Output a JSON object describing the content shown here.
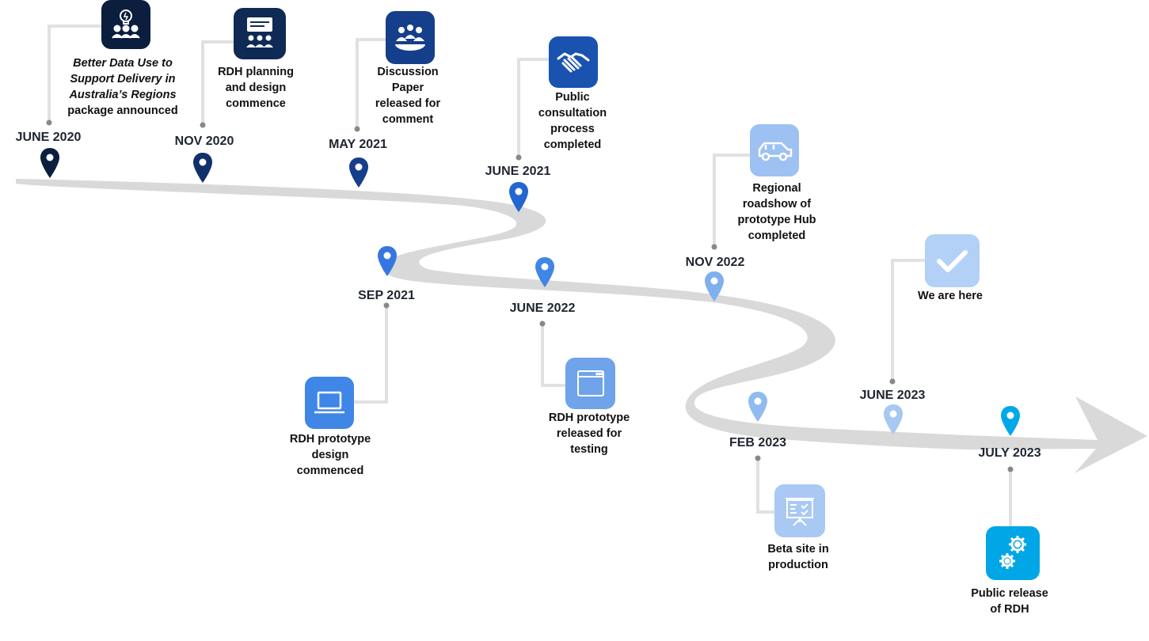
{
  "colors": {
    "road": "#d9d9d9",
    "connector": "#e1e1e1",
    "dot": "#888888",
    "navy_dark": "#0b1e3e",
    "navy": "#10306b",
    "blue_dark": "#163e8c",
    "blue": "#2366d1",
    "blue_mid": "#3f86e6",
    "blue_light": "#7fb0ee",
    "blue_pale": "#a6c8f2",
    "cyan": "#00a8e8"
  },
  "milestones": [
    {
      "date": "JUNE 2020",
      "label_lines": [
        "Better Data Use to",
        "Support Delivery in",
        "Australia’s Regions",
        "package announced"
      ],
      "italic_lines": 3,
      "icon": "lightbulb-people-icon"
    },
    {
      "date": "NOV 2020",
      "label_lines": [
        "RDH planning",
        "and design",
        "commence"
      ],
      "icon": "presentation-group-icon"
    },
    {
      "date": "MAY 2021",
      "label_lines": [
        "Discussion",
        "Paper",
        "released for",
        "comment"
      ],
      "icon": "meeting-group-icon"
    },
    {
      "date": "JUNE 2021",
      "label_lines": [
        "Public",
        "consultation",
        "process",
        "completed"
      ],
      "icon": "handshake-icon"
    },
    {
      "date": "SEP 2021",
      "label_lines": [
        "RDH prototype",
        "design",
        "commenced"
      ],
      "icon": "laptop-icon"
    },
    {
      "date": "JUNE 2022",
      "label_lines": [
        "RDH prototype",
        "released for",
        "testing"
      ],
      "icon": "browser-window-icon"
    },
    {
      "date": "NOV 2022",
      "label_lines": [
        "Regional",
        "roadshow of",
        "prototype Hub",
        "completed"
      ],
      "icon": "car-icon"
    },
    {
      "date": "FEB 2023",
      "label_lines": [
        "Beta site in",
        "production"
      ],
      "icon": "whiteboard-icon"
    },
    {
      "date": "JUNE 2023",
      "label_lines": [
        "We are here"
      ],
      "icon": "checkmark-icon"
    },
    {
      "date": "JULY 2023",
      "label_lines": [
        "Public release",
        "of RDH"
      ],
      "icon": "gears-icon"
    }
  ]
}
